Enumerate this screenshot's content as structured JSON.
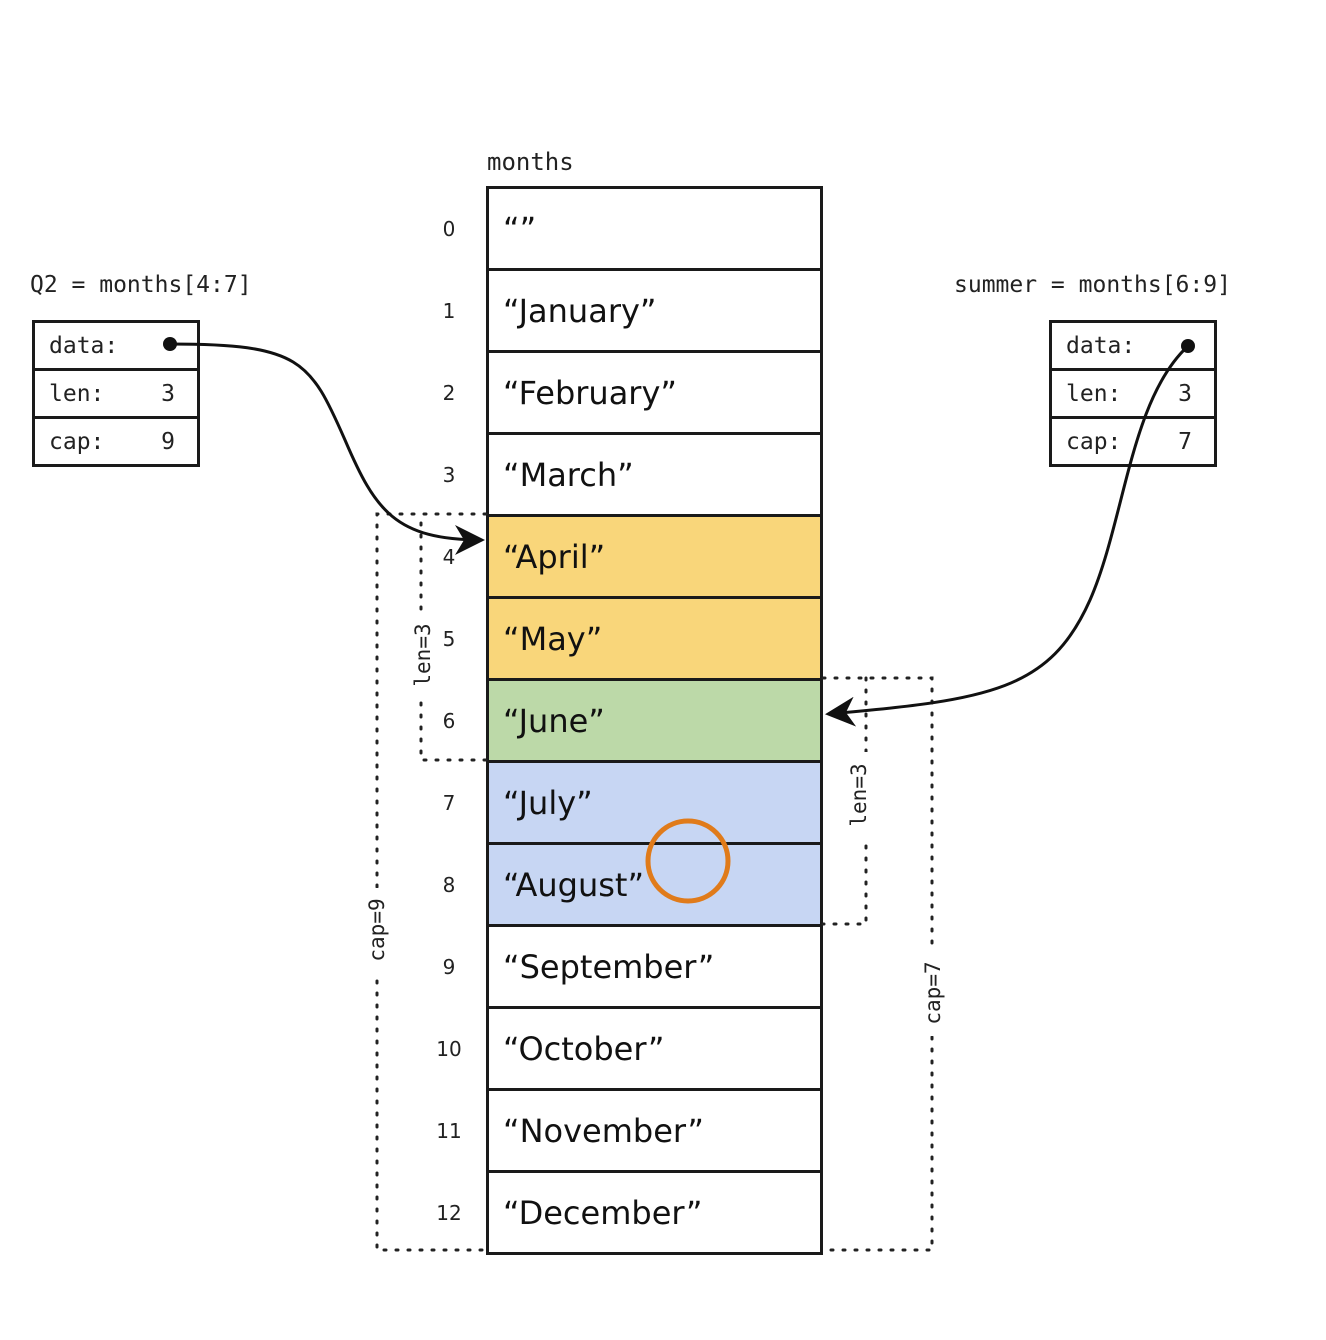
{
  "array": {
    "name": "months",
    "cells": [
      {
        "index": "0",
        "value": "“”",
        "fill": "#ffffff"
      },
      {
        "index": "1",
        "value": "“January”",
        "fill": "#ffffff"
      },
      {
        "index": "2",
        "value": "“February”",
        "fill": "#ffffff"
      },
      {
        "index": "3",
        "value": "“March”",
        "fill": "#ffffff"
      },
      {
        "index": "4",
        "value": "“April”",
        "fill": "#f9d67a"
      },
      {
        "index": "5",
        "value": "“May”",
        "fill": "#f9d67a"
      },
      {
        "index": "6",
        "value": "“June”",
        "fill": "#bcd9a8"
      },
      {
        "index": "7",
        "value": "“July”",
        "fill": "#c7d6f3"
      },
      {
        "index": "8",
        "value": "“August”",
        "fill": "#c7d6f3"
      },
      {
        "index": "9",
        "value": "“September”",
        "fill": "#ffffff"
      },
      {
        "index": "10",
        "value": "“October”",
        "fill": "#ffffff"
      },
      {
        "index": "11",
        "value": "“November”",
        "fill": "#ffffff"
      },
      {
        "index": "12",
        "value": "“December”",
        "fill": "#ffffff"
      }
    ]
  },
  "q2": {
    "title": "Q2 = months[4:7]",
    "data_label": "data:",
    "len_label": "len:",
    "len_value": "3",
    "cap_label": "cap:",
    "cap_value": "9",
    "len_bracket": "len=3",
    "cap_bracket": "cap=9"
  },
  "summer": {
    "title": "summer = months[6:9]",
    "data_label": "data:",
    "len_label": "len:",
    "len_value": "3",
    "cap_label": "cap:",
    "cap_value": "7",
    "len_bracket": "len=3",
    "cap_bracket": "cap=7"
  },
  "colors": {
    "q2_highlight": "#f9d67a",
    "shared_highlight": "#bcd9a8",
    "summer_highlight": "#c7d6f3",
    "cursor_ring": "#e07b1a"
  }
}
